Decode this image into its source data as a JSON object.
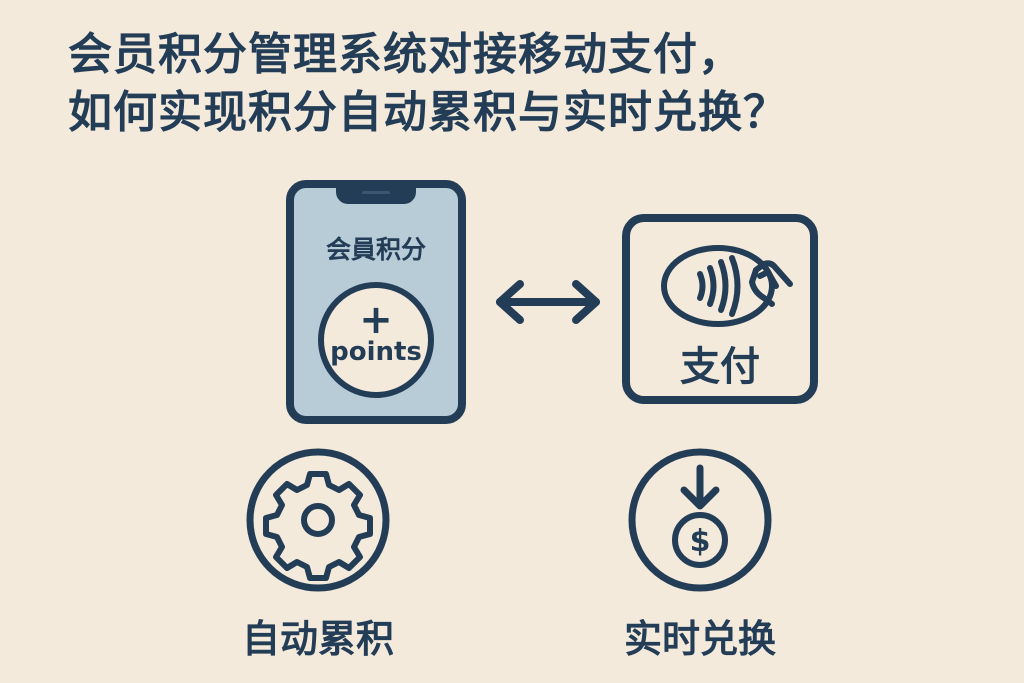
{
  "title": {
    "line1": "会员积分管理系统对接移动支付，",
    "line2": "如何实现积分自动累积与实时兑换？"
  },
  "phone": {
    "label": "会員积分",
    "plus_symbol": "+",
    "points_label": "points",
    "icon": "smartphone-icon"
  },
  "connector": {
    "icon": "double-arrow-icon"
  },
  "payment": {
    "label": "支付",
    "icon": "contactless-payment-icon"
  },
  "features": [
    {
      "label": "自动累积",
      "icon": "gear-icon"
    },
    {
      "label": "实时兑换",
      "icon": "download-dollar-icon"
    }
  ],
  "colors": {
    "background": "#f3eadc",
    "primary": "#243d57",
    "phone_screen": "#b8ccd8"
  }
}
